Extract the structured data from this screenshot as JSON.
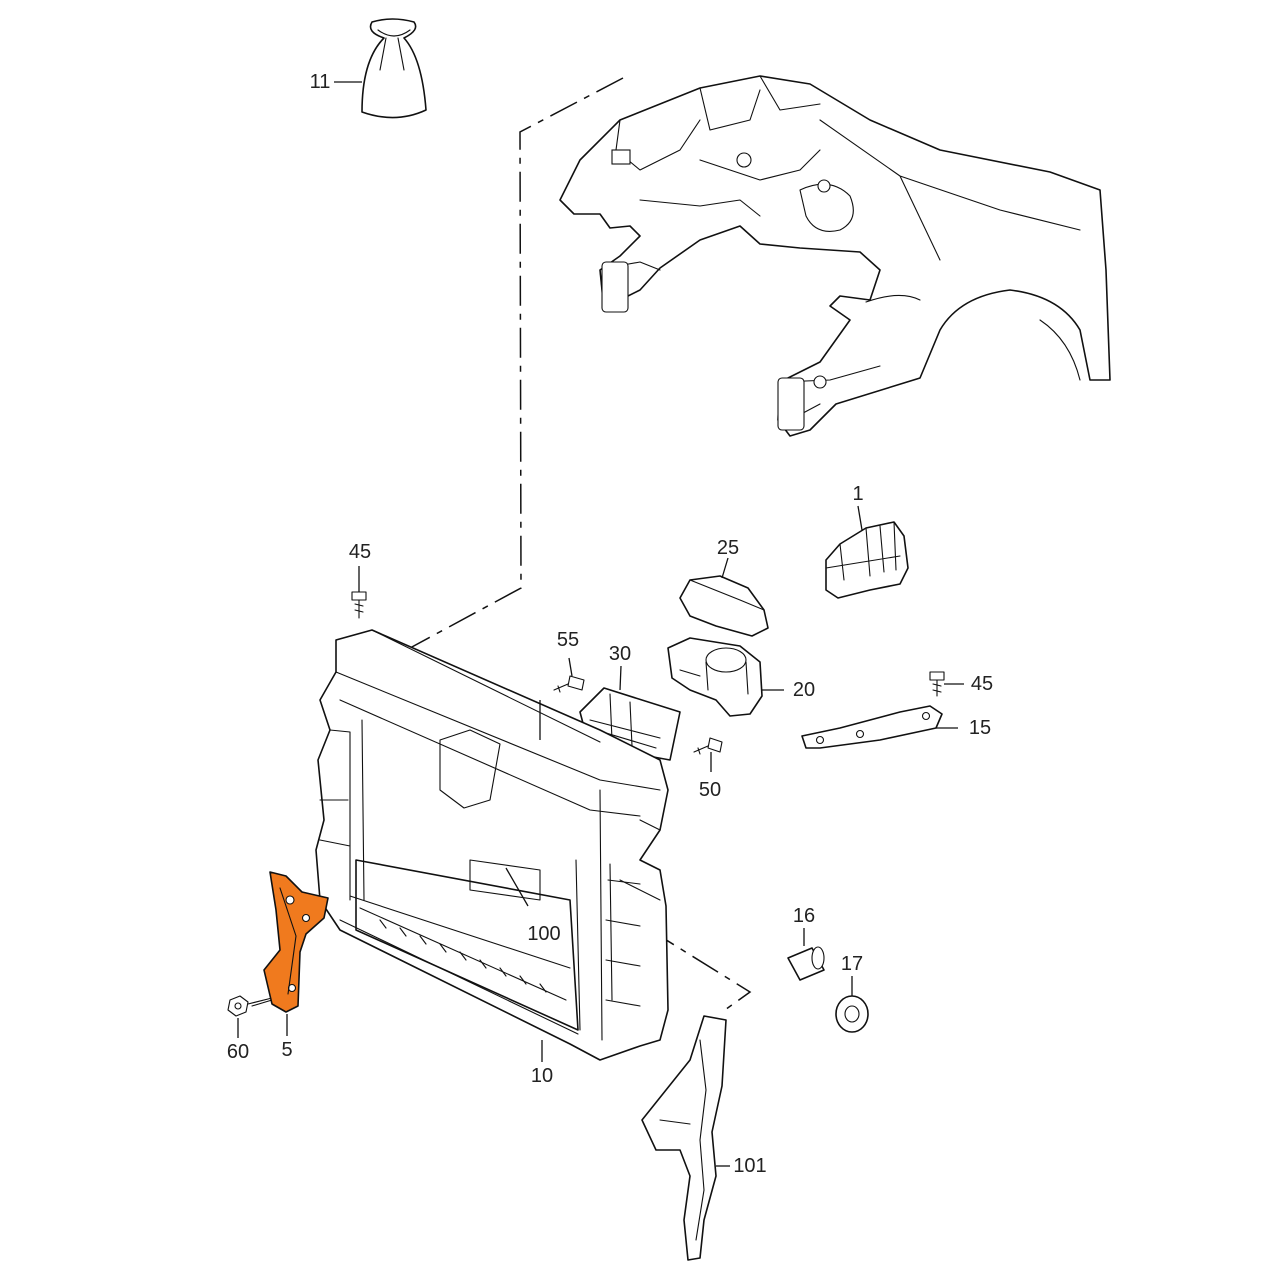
{
  "diagram": {
    "accent_color": "#f07a1e",
    "line_color": "#111111",
    "background": "#ffffff",
    "callouts": [
      {
        "id": "c11",
        "label": "11"
      },
      {
        "id": "c1",
        "label": "1"
      },
      {
        "id": "c25",
        "label": "25"
      },
      {
        "id": "c45a",
        "label": "45"
      },
      {
        "id": "c55",
        "label": "55"
      },
      {
        "id": "c30",
        "label": "30"
      },
      {
        "id": "c20",
        "label": "20"
      },
      {
        "id": "c45b",
        "label": "45"
      },
      {
        "id": "c15",
        "label": "15"
      },
      {
        "id": "c50",
        "label": "50"
      },
      {
        "id": "c16",
        "label": "16"
      },
      {
        "id": "c17",
        "label": "17"
      },
      {
        "id": "c100",
        "label": "100"
      },
      {
        "id": "c60",
        "label": "60"
      },
      {
        "id": "c5",
        "label": "5"
      },
      {
        "id": "c10",
        "label": "10"
      },
      {
        "id": "c101",
        "label": "101"
      }
    ]
  }
}
